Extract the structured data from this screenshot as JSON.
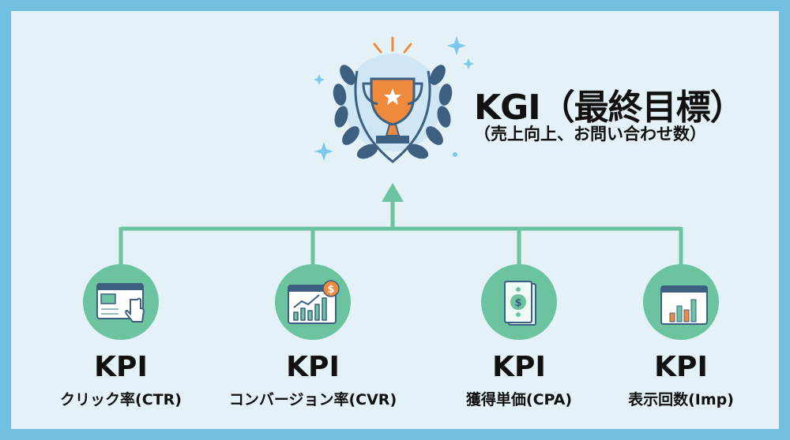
{
  "kgi": {
    "title": "KGI（最終目標）",
    "subtitle": "（売上向上、お問い合わせ数）"
  },
  "kpis": [
    {
      "label": "KPI",
      "metric": "クリック率(CTR)",
      "icon": "click-browser-icon"
    },
    {
      "label": "KPI",
      "metric": "コンバージョン率(CVR)",
      "icon": "growth-chart-dollar-icon"
    },
    {
      "label": "KPI",
      "metric": "獲得単価(CPA)",
      "icon": "banknote-icon"
    },
    {
      "label": "KPI",
      "metric": "表示回数(Imp)",
      "icon": "bar-chart-browser-icon"
    }
  ],
  "colors": {
    "frame": "#72bfe2",
    "background": "#e4f2f8",
    "connector": "#6cc3a0",
    "circle": "#6cc3a0",
    "navy": "#3d5f80",
    "orange": "#ef8a3c"
  }
}
